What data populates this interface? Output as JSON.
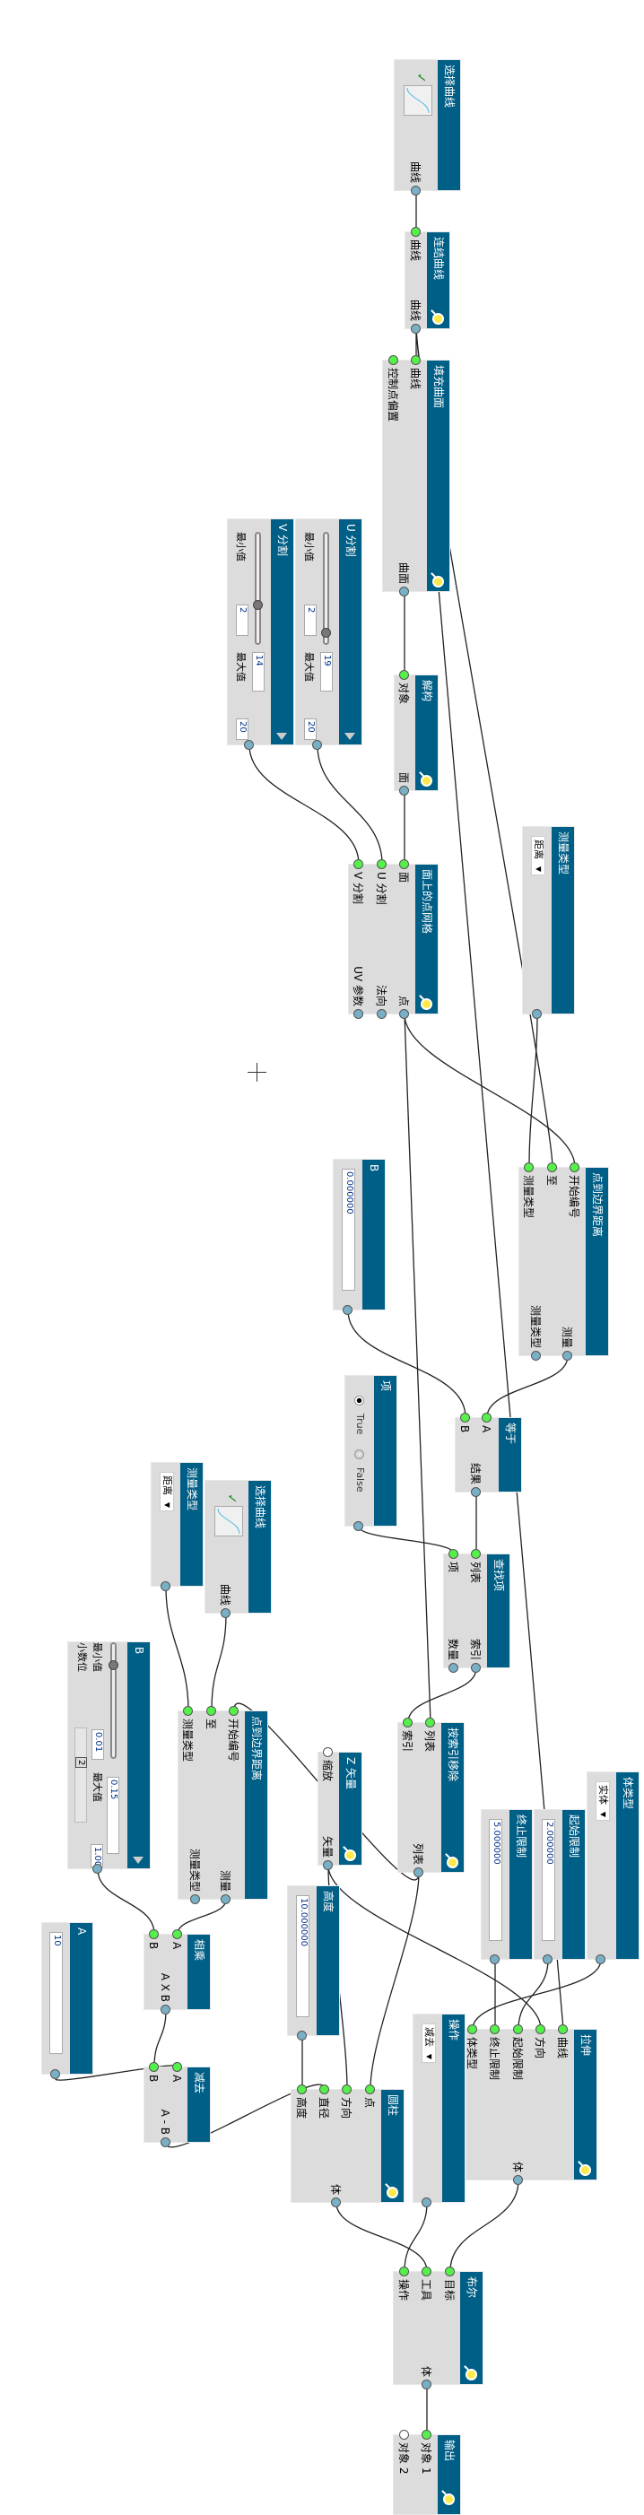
{
  "nodes": {
    "select_curve_1": {
      "title": "选择曲线",
      "out": [
        "曲线"
      ],
      "icon": "check-icon"
    },
    "join_curves": {
      "title": "连结曲线",
      "in": [
        "曲线"
      ],
      "out": [
        "曲线"
      ]
    },
    "patch_surface": {
      "title": "填充曲面",
      "in": [
        "曲线",
        "控制点偏置"
      ],
      "out": [
        "曲面"
      ]
    },
    "u_div": {
      "title": "U 分割",
      "min_label": "最小值",
      "max_label": "最大值",
      "min": "2",
      "max": "19",
      "value": "20"
    },
    "v_div": {
      "title": "V 分割",
      "min_label": "最小值",
      "max_label": "最大值",
      "min": "2",
      "max": "14",
      "value": "20"
    },
    "deconstruct": {
      "title": "解构",
      "in": [
        "对象"
      ],
      "out": [
        "面"
      ]
    },
    "point_grid": {
      "title": "面上的点网格",
      "in": [
        "面",
        "U 分割",
        "V 分割"
      ],
      "out": [
        "点",
        "法向",
        "UV 参数"
      ]
    },
    "measure_type_1": {
      "title": "测量类型",
      "selected": "距离"
    },
    "point_boundary_1": {
      "title": "点到边界距离",
      "in": [
        "开始编号",
        "至",
        "测量类型"
      ],
      "out": [
        "测量",
        "测量类型"
      ]
    },
    "b_number": {
      "title": "B",
      "value": "0.000000"
    },
    "equals": {
      "title": "等于",
      "in": [
        "A",
        "B"
      ],
      "out": [
        "结果"
      ]
    },
    "item_bool": {
      "title": "项",
      "options": [
        "True",
        "False"
      ],
      "selected": "True"
    },
    "find_item": {
      "title": "查找项",
      "in": [
        "列表",
        "项"
      ],
      "out": [
        "索引",
        "数量"
      ]
    },
    "remove_by_index": {
      "title": "按索引移除",
      "in": [
        "列表",
        "索引"
      ],
      "out": [
        "列表"
      ]
    },
    "end_limit": {
      "title": "终止限制",
      "value": "5.000000"
    },
    "start_limit": {
      "title": "起始限制",
      "value": "2.000000"
    },
    "body_type": {
      "title": "体类型",
      "selected": "实体"
    },
    "extrude": {
      "title": "拉伸",
      "in": [
        "曲线",
        "方向",
        "起始限制",
        "终止限制",
        "体类型"
      ],
      "out": [
        "体"
      ]
    },
    "operation": {
      "title": "操作",
      "selected": "减去"
    },
    "cylinder": {
      "title": "圆柱",
      "in": [
        "点",
        "方向",
        "直径",
        "高度"
      ],
      "out": [
        "体"
      ]
    },
    "height": {
      "title": "高度",
      "value": "10.000000"
    },
    "z_vector": {
      "title": "Z 矢量",
      "in": [
        "缩放"
      ],
      "out": [
        "矢量"
      ]
    },
    "select_curve_2": {
      "title": "选择曲线",
      "out": [
        "曲线"
      ],
      "icon": "check-icon"
    },
    "measure_type_2": {
      "title": "测量类型",
      "selected": "距离"
    },
    "point_boundary_2": {
      "title": "点到边界距离",
      "in": [
        "开始编号",
        "至",
        "测量类型"
      ],
      "out": [
        "测量",
        "测量类型"
      ]
    },
    "b_slider": {
      "title": "B",
      "min_label": "最小值",
      "decimals_label": "小数位",
      "max_label": "最大值",
      "min": "0.01",
      "max": "0.15",
      "decimals": "2",
      "value": "1.00"
    },
    "multiply": {
      "title": "相乘",
      "in": [
        "A",
        "B"
      ],
      "out": [
        "A X B"
      ]
    },
    "subtract": {
      "title": "减去",
      "in": [
        "A",
        "B"
      ],
      "out": [
        "A - B"
      ]
    },
    "a_number": {
      "title": "A",
      "value": "10"
    },
    "boolean": {
      "title": "布尔",
      "in": [
        "目标",
        "工具",
        "操作"
      ],
      "out": [
        "体"
      ]
    },
    "output": {
      "title": "输出",
      "in": [
        "对象 1",
        "对象 2"
      ]
    }
  },
  "colors": {
    "title_bar": "#005f87",
    "node_body": "#dcdcdc",
    "input_port": "#55f04a",
    "output_port": "#78b0c6"
  }
}
